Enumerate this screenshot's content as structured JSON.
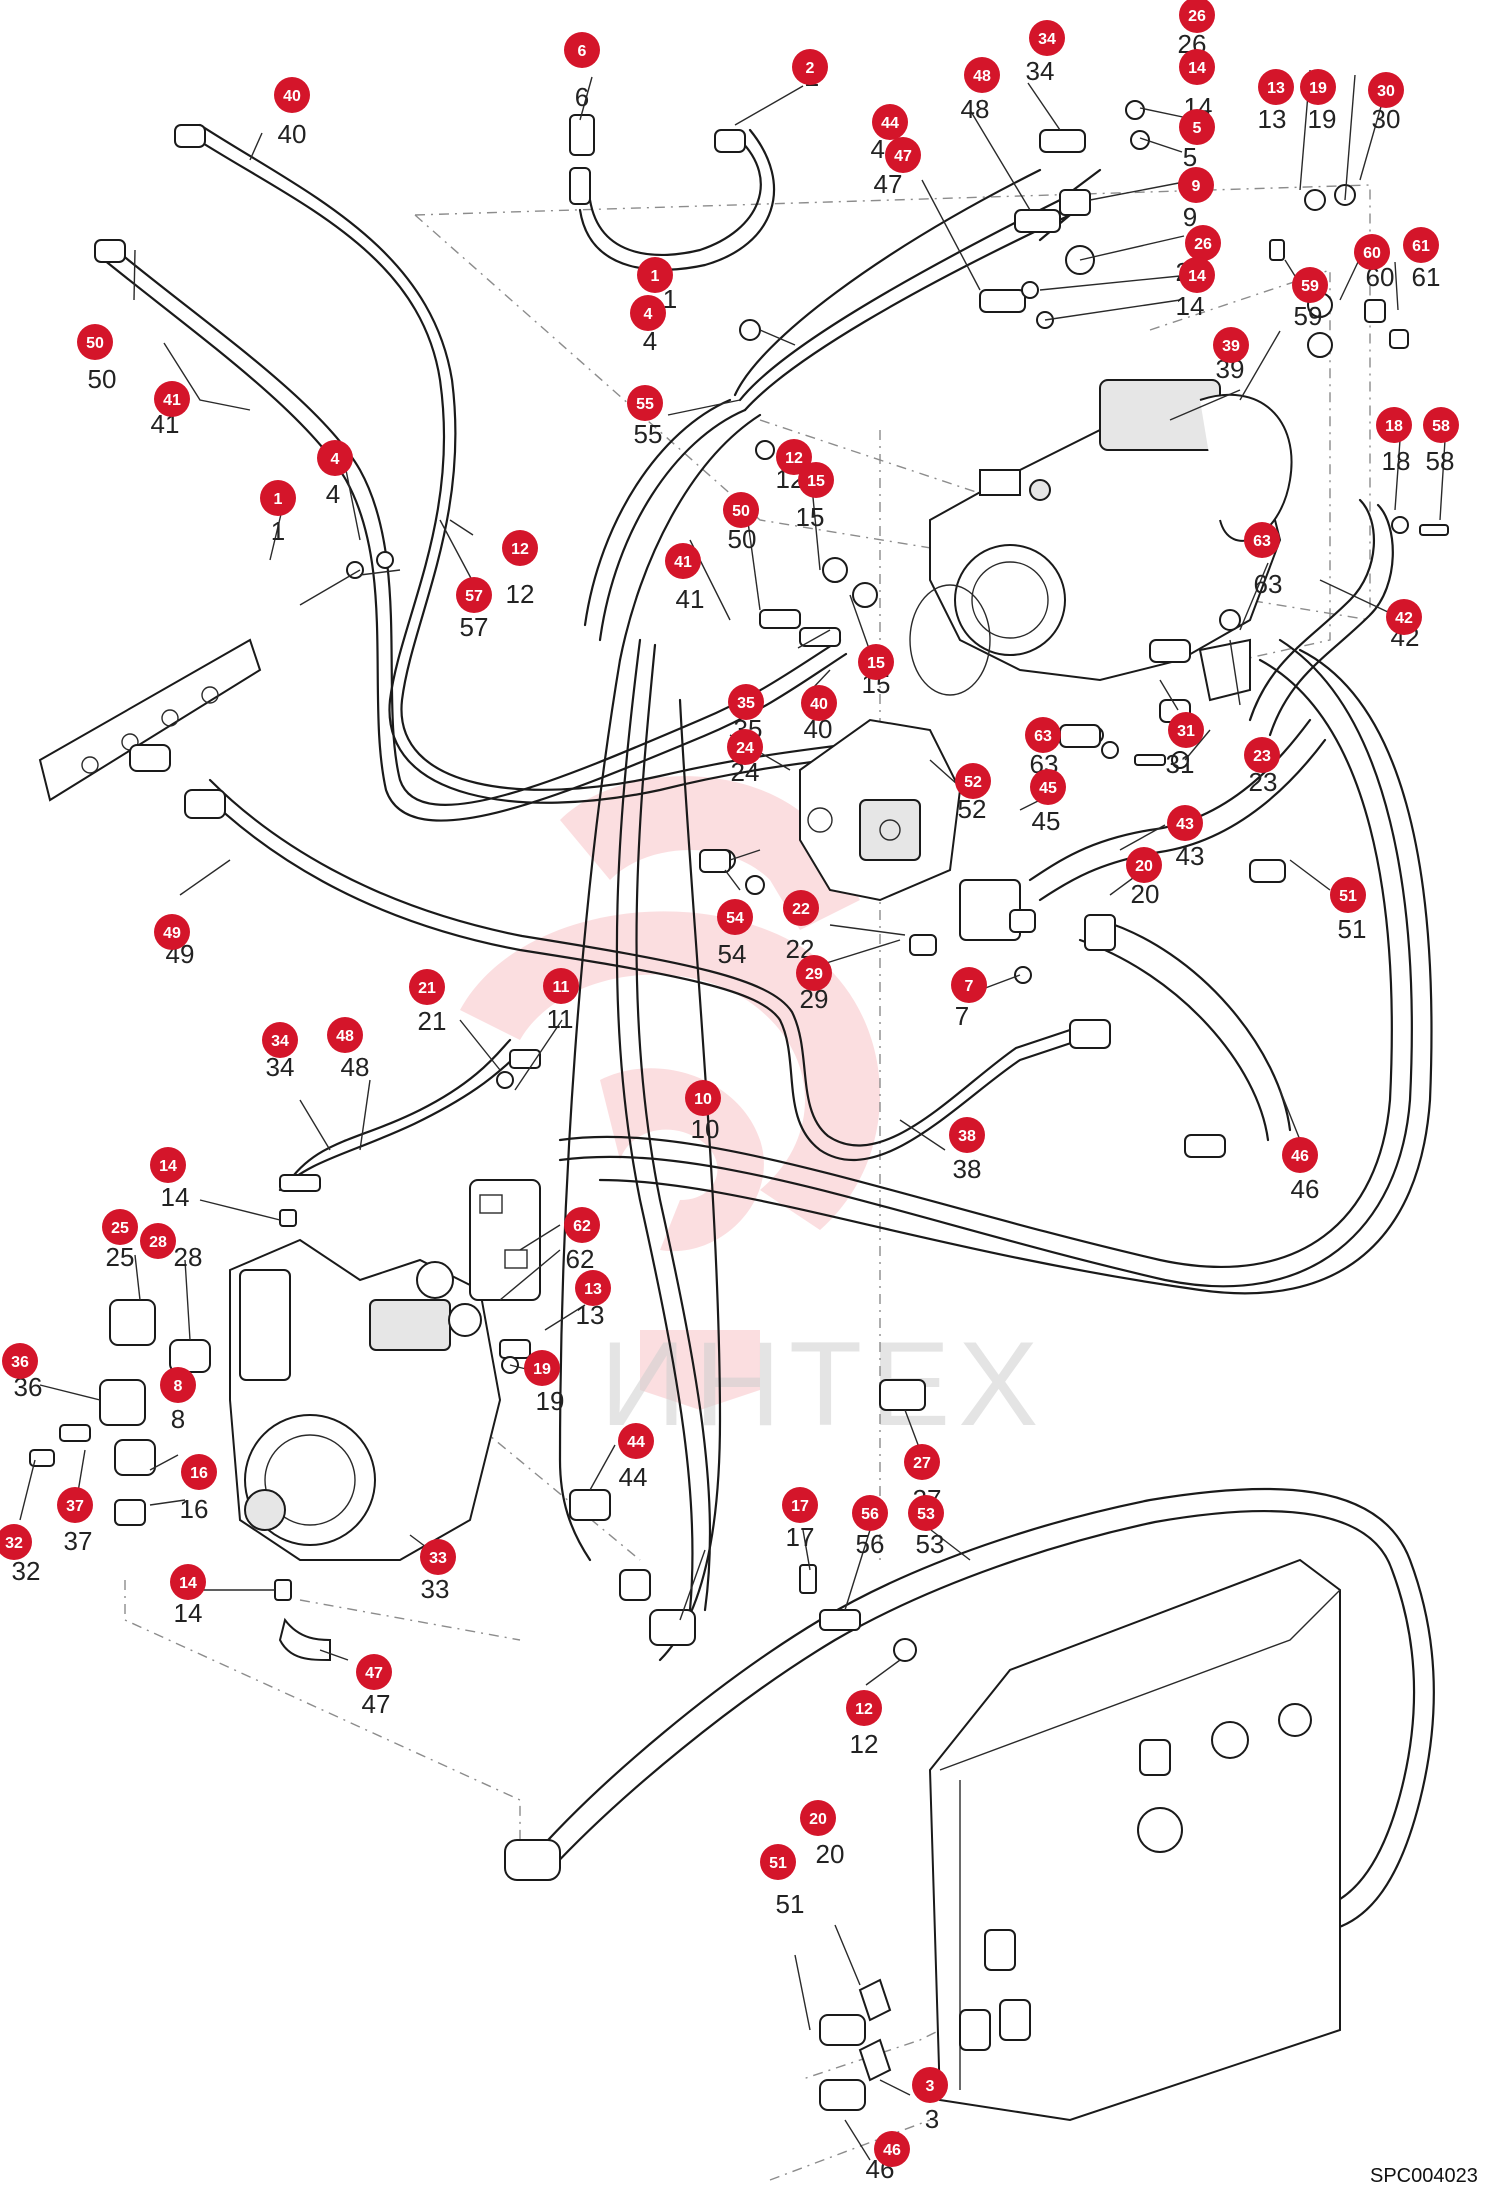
{
  "diagram_code": "SPC004023",
  "watermark_text": "ИНТЕХ",
  "colors": {
    "badge": "#d4152a",
    "watermark": "#e8323e",
    "line": "#1a1a1a"
  },
  "callouts": [
    {
      "id": "26",
      "t": "26"
    },
    {
      "id": "6",
      "t": "6"
    },
    {
      "id": "2",
      "t": "2"
    },
    {
      "id": "34",
      "t": "34"
    },
    {
      "id": "14",
      "t": "14"
    },
    {
      "id": "48",
      "t": "48"
    },
    {
      "id": "40",
      "t": "40"
    },
    {
      "id": "44",
      "t": "44"
    },
    {
      "id": "5",
      "t": "5"
    },
    {
      "id": "13",
      "t": "13"
    },
    {
      "id": "19",
      "t": "19"
    },
    {
      "id": "30",
      "t": "30"
    },
    {
      "id": "47",
      "t": "47"
    },
    {
      "id": "9",
      "t": "9"
    },
    {
      "id": "26",
      "t": "26"
    },
    {
      "id": "14",
      "t": "14"
    },
    {
      "id": "1",
      "t": "1"
    },
    {
      "id": "60",
      "t": "60"
    },
    {
      "id": "61",
      "t": "61"
    },
    {
      "id": "59",
      "t": "59"
    },
    {
      "id": "4",
      "t": "4"
    },
    {
      "id": "50",
      "t": "50"
    },
    {
      "id": "39",
      "t": "39"
    },
    {
      "id": "41",
      "t": "41"
    },
    {
      "id": "55",
      "t": "55"
    },
    {
      "id": "18",
      "t": "18"
    },
    {
      "id": "58",
      "t": "58"
    },
    {
      "id": "4",
      "t": "4"
    },
    {
      "id": "12",
      "t": "12"
    },
    {
      "id": "15",
      "t": "15"
    },
    {
      "id": "1",
      "t": "1"
    },
    {
      "id": "50",
      "t": "50"
    },
    {
      "id": "63",
      "t": "63"
    },
    {
      "id": "12",
      "t": "12"
    },
    {
      "id": "57",
      "t": "57"
    },
    {
      "id": "41",
      "t": "41"
    },
    {
      "id": "42",
      "t": "42"
    },
    {
      "id": "15",
      "t": "15"
    },
    {
      "id": "35",
      "t": "35"
    },
    {
      "id": "40",
      "t": "40"
    },
    {
      "id": "31",
      "t": "31"
    },
    {
      "id": "63",
      "t": "63"
    },
    {
      "id": "24",
      "t": "24"
    },
    {
      "id": "23",
      "t": "23"
    },
    {
      "id": "52",
      "t": "52"
    },
    {
      "id": "45",
      "t": "45"
    },
    {
      "id": "43",
      "t": "43"
    },
    {
      "id": "20",
      "t": "20"
    },
    {
      "id": "51",
      "t": "51"
    },
    {
      "id": "54",
      "t": "54"
    },
    {
      "id": "22",
      "t": "22"
    },
    {
      "id": "49",
      "t": "49"
    },
    {
      "id": "29",
      "t": "29"
    },
    {
      "id": "7",
      "t": "7"
    },
    {
      "id": "21",
      "t": "21"
    },
    {
      "id": "11",
      "t": "11"
    },
    {
      "id": "34",
      "t": "34"
    },
    {
      "id": "48",
      "t": "48"
    },
    {
      "id": "38",
      "t": "38"
    },
    {
      "id": "46",
      "t": "46"
    },
    {
      "id": "14",
      "t": "14"
    },
    {
      "id": "25",
      "t": "25"
    },
    {
      "id": "28",
      "t": "28"
    },
    {
      "id": "62",
      "t": "62"
    },
    {
      "id": "13",
      "t": "13"
    },
    {
      "id": "36",
      "t": "36"
    },
    {
      "id": "19",
      "t": "19"
    },
    {
      "id": "8",
      "t": "8"
    },
    {
      "id": "44",
      "t": "44"
    },
    {
      "id": "16",
      "t": "16"
    },
    {
      "id": "37",
      "t": "37"
    },
    {
      "id": "27",
      "t": "27"
    },
    {
      "id": "32",
      "t": "32"
    },
    {
      "id": "33",
      "t": "33"
    },
    {
      "id": "17",
      "t": "17"
    },
    {
      "id": "56",
      "t": "56"
    },
    {
      "id": "53",
      "t": "53"
    },
    {
      "id": "10",
      "t": "10"
    },
    {
      "id": "14",
      "t": "14"
    },
    {
      "id": "47",
      "t": "47"
    },
    {
      "id": "12",
      "t": "12"
    },
    {
      "id": "20",
      "t": "20"
    },
    {
      "id": "51",
      "t": "51"
    },
    {
      "id": "3",
      "t": "3"
    },
    {
      "id": "46",
      "t": "46"
    }
  ]
}
